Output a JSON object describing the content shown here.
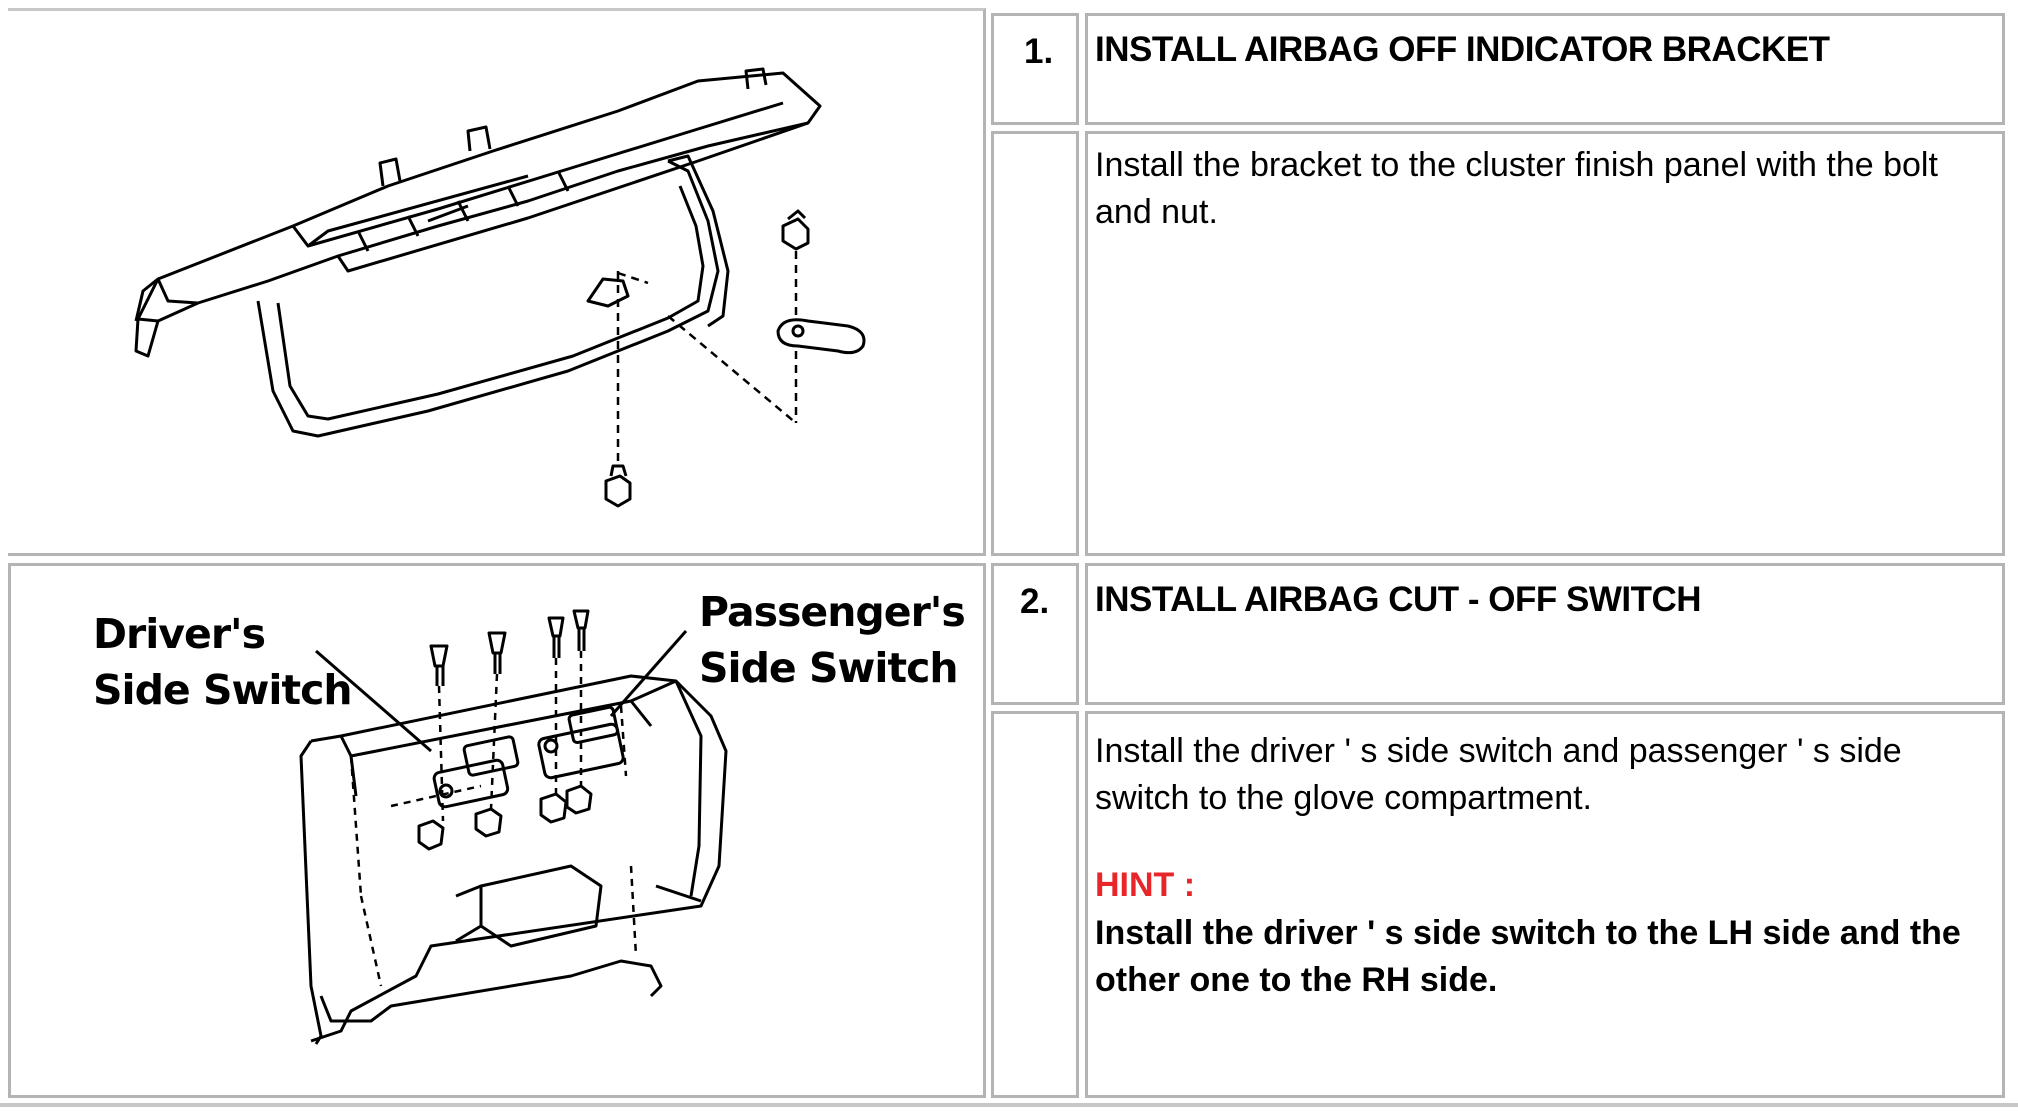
{
  "steps": [
    {
      "number": "1.",
      "title": "INSTALL AIRBAG OFF INDICATOR BRACKET",
      "description": "Install the bracket to the cluster finish panel with the bolt and nut."
    },
    {
      "number": "2.",
      "title": "INSTALL AIRBAG CUT - OFF SWITCH",
      "description": "Install the driver ' s side switch and passenger ' s side switch to the glove compartment.",
      "hint_label": "HINT :",
      "hint_text": "Install the driver ' s side switch to the LH side and the other one to the RH side."
    }
  ],
  "diagram2": {
    "driver_label_line1": "Driver's",
    "driver_label_line2": "Side Switch",
    "passenger_label_line1": "Passenger's",
    "passenger_label_line2": "Side Switch"
  },
  "colors": {
    "border": "#b4b4b4",
    "hint": "#e8262a"
  }
}
